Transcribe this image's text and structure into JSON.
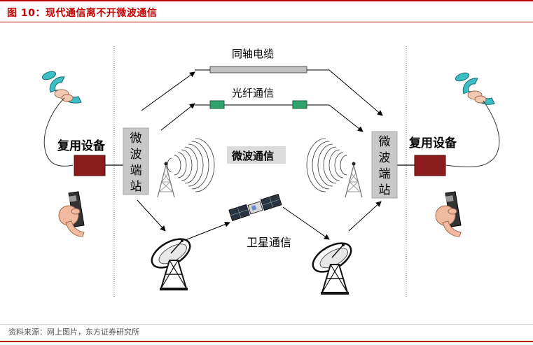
{
  "title": "图 10：现代通信离不开微波通信",
  "source": "资料来源：网上图片，东方证券研究所",
  "diagram": {
    "mux_left": "复用设备",
    "mux_right": "复用设备",
    "station_left": [
      "微",
      "波",
      "端",
      "站"
    ],
    "station_right": [
      "微",
      "波",
      "端",
      "站"
    ],
    "coax": "同轴电缆",
    "fiber": "光纤通信",
    "microwave": "微波通信",
    "satellite": "卫星通信"
  },
  "colors": {
    "brand_red": "#c00000",
    "mux_box": "#8b1a1a",
    "station_box": "#c8c8c8",
    "fiber_connector": "#2fa36b",
    "cable": "#c0c0c0"
  },
  "icons": [
    "handset-icon",
    "mobile-phone-icon",
    "radio-tower-icon",
    "satellite-dish-icon",
    "satellite-icon"
  ]
}
